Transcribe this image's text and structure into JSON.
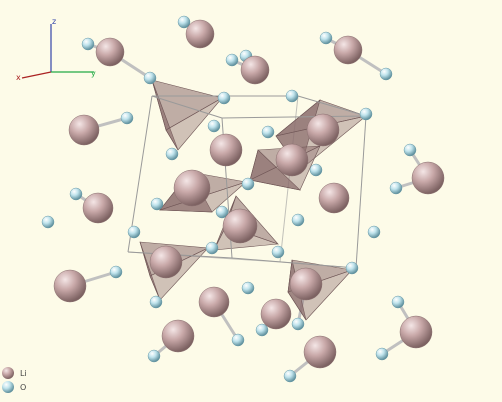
{
  "viewer": {
    "background": "#fdfbe8",
    "axes": {
      "z_label": "z",
      "x_label": "x",
      "y_label": "y",
      "colors": {
        "z": "#3344aa",
        "x": "#aa2222",
        "y": "#22aa44"
      }
    },
    "legend": [
      {
        "label": "Li",
        "atom": "large-cation",
        "color": "#c9a9a9"
      },
      {
        "label": "O",
        "atom": "small-anion",
        "color": "#bfe3ec"
      }
    ],
    "colors": {
      "cation": "#c9a9a9",
      "anion": "#bfe3ec",
      "bond": "#c0c0c0",
      "cell_edge": "#9a9a9a",
      "tetrahedron_fill": "#8c6e6e"
    }
  }
}
